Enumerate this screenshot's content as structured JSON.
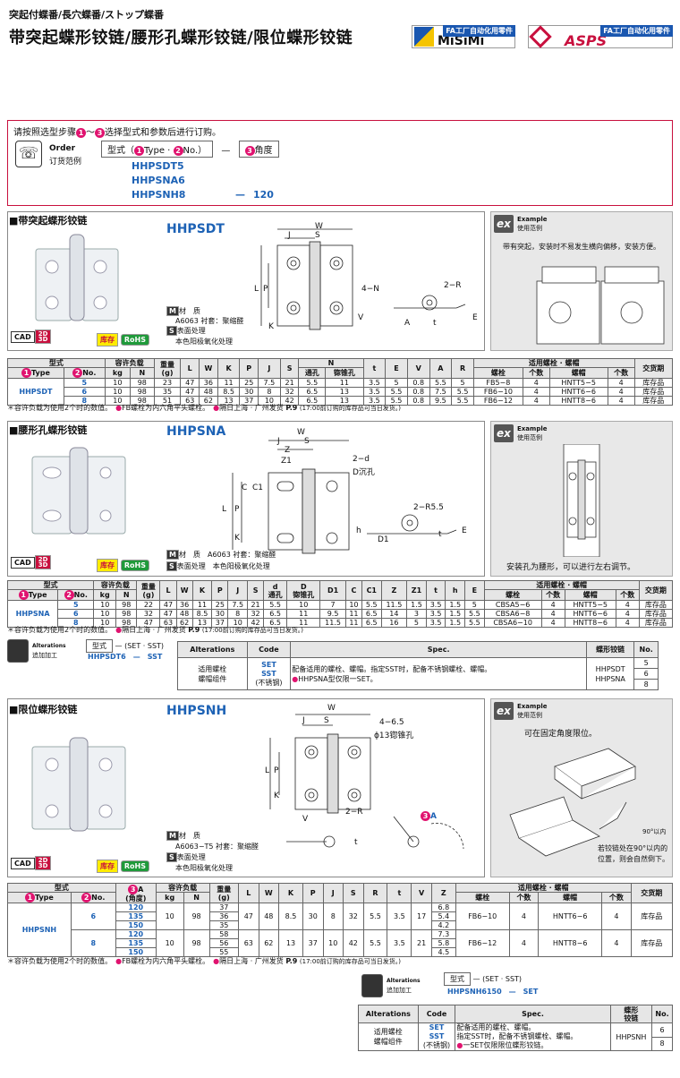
{
  "header": {
    "subtitle": "突起付蝶番/長穴蝶番/ストップ蝶番",
    "title": "带突起蝶形铰链/腰形孔蝶形铰链/限位蝶形铰链",
    "misumi_tag": "FA工厂自动化用零件",
    "misumi_name": "MiSiMi",
    "asps_tag": "FA工厂自动化用零件",
    "asps_name": "ASPS"
  },
  "order": {
    "instruction": "请按照选型步骤",
    "step1": "1",
    "tilde": "～",
    "step3": "3",
    "instruction_end": "选择型式和参数后进行订购。",
    "order_label": "Order",
    "order_label_cn": "订货范例",
    "type_label": "型式（",
    "type_num1": "1",
    "type_word": "Type · ",
    "type_num2": "2",
    "type_no": "No.）",
    "dash": "—",
    "angle_num": "3",
    "angle_label": "角度",
    "ex1": "HHPSDT5",
    "ex2": "HHPSNA6",
    "ex3": "HHPSNH8",
    "ex3_dash": "—",
    "ex3_angle": "120"
  },
  "s1": {
    "title": "■带突起蝶形铰链",
    "name": "HHPSDT",
    "mat_tag": "M",
    "mat_label": "材　质",
    "mat_value": "A6063  衬套：聚缩醛",
    "surf_tag": "S",
    "surf_label": "表面处理",
    "surf_value": "本色阳极氧化处理",
    "cad": "CAD",
    "cad2": "2D",
    "cad3": "3D",
    "stock": "库存",
    "rohs": "RoHS",
    "ex_label": "Example",
    "ex_cn": "使用范例",
    "ex_text": "带有突起，安装时不易发生横向偏移，安装方便。",
    "dims": {
      "W": "W",
      "J": "J",
      "S": "S",
      "L": "L",
      "P": "P",
      "K": "K",
      "N": "4−N",
      "R": "2−R",
      "V": "V",
      "E": "E",
      "A": "A",
      "t": "t"
    },
    "table": {
      "h_type": "型式",
      "h_load": "容许负载",
      "h_weight": "重量",
      "h_weight_u": "(g)",
      "h_type_n": "Type",
      "h_no": "No.",
      "h_kg": "kg",
      "h_N": "N",
      "h_L": "L",
      "h_W": "W",
      "h_K": "K",
      "h_P": "P",
      "h_J": "J",
      "h_S": "S",
      "h_Ncol": "N",
      "h_through": "通孔",
      "h_cbore": "锪锥孔",
      "h_t": "t",
      "h_E": "E",
      "h_V": "V",
      "h_A": "A",
      "h_R": "R",
      "h_screw": "适用螺栓 · 螺帽",
      "h_bolt": "螺栓",
      "h_qty": "个数",
      "h_nut": "螺帽",
      "h_qty2": "个数",
      "h_delivery": "交货期",
      "type": "HHPSDT",
      "rows": [
        [
          "5",
          "10",
          "98",
          "23",
          "47",
          "36",
          "11",
          "25",
          "7.5",
          "21",
          "5.5",
          "11",
          "3.5",
          "5",
          "0.8",
          "5.5",
          "5",
          "FB5−8",
          "4",
          "HNTT5−5",
          "4",
          "库存品"
        ],
        [
          "6",
          "10",
          "98",
          "35",
          "47",
          "48",
          "8.5",
          "30",
          "8",
          "32",
          "6.5",
          "13",
          "3.5",
          "5.5",
          "0.8",
          "7.5",
          "5.5",
          "FB6−10",
          "4",
          "HNTT6−6",
          "4",
          "库存品"
        ],
        [
          "8",
          "10",
          "98",
          "51",
          "63",
          "62",
          "13",
          "37",
          "10",
          "42",
          "6.5",
          "13",
          "3.5",
          "5.5",
          "0.8",
          "9.5",
          "5.5",
          "FB6−12",
          "4",
          "HNTT8−6",
          "4",
          "库存品"
        ]
      ]
    },
    "note1": "＊容许负载为使用2个时的数值。",
    "note2_tag": "FB",
    "note2": "螺栓为内六角平头螺栓。",
    "note3": "隔日上海 · 广州发货",
    "note3_p": "P.9",
    "note3_sub": "(17:00前订购的库存品可当日发货。)"
  },
  "s2": {
    "title": "■腰形孔蝶形铰链",
    "name": "HHPSNA",
    "mat_tag": "M",
    "mat_label": "材　质",
    "mat_value": "A6063   衬套：聚缩醛",
    "surf_tag": "S",
    "surf_label": "表面处理",
    "surf_value": "本色阳极氧化处理",
    "cad": "CAD",
    "cad2": "2D",
    "cad3": "3D",
    "stock": "库存",
    "rohs": "RoHS",
    "ex_label": "Example",
    "ex_cn": "使用范例",
    "ex_text": "安装孔为腰形，可以进行左右调节。",
    "dims": {
      "W": "W",
      "J": "J",
      "S": "S",
      "Z": "Z",
      "Z1": "Z1",
      "C": "C",
      "C1": "C1",
      "L": "L",
      "P": "P",
      "K": "K",
      "d": "2−d",
      "D": "D沉孔",
      "R": "2−R5.5",
      "h": "h",
      "D1": "D1",
      "t": "t",
      "E": "E"
    },
    "table": {
      "h_type": "型式",
      "h_load": "容许负载",
      "h_weight": "重量",
      "h_weight_u": "(g)",
      "h_type_n": "Type",
      "h_no": "No.",
      "h_kg": "kg",
      "h_N": "N",
      "h_L": "L",
      "h_W": "W",
      "h_K": "K",
      "h_P": "P",
      "h_J": "J",
      "h_S": "S",
      "h_d": "d",
      "h_d_sub": "通孔",
      "h_D": "D",
      "h_D_sub": "锪锥孔",
      "h_D1": "D1",
      "h_C": "C",
      "h_C1": "C1",
      "h_Z": "Z",
      "h_Z1": "Z1",
      "h_t": "t",
      "h_h": "h",
      "h_E": "E",
      "h_screw": "适用螺栓 · 螺帽",
      "h_bolt": "螺栓",
      "h_qty": "个数",
      "h_nut": "螺帽",
      "h_qty2": "个数",
      "h_delivery": "交货期",
      "type": "HHPSNA",
      "rows": [
        [
          "5",
          "10",
          "98",
          "22",
          "47",
          "36",
          "11",
          "25",
          "7.5",
          "21",
          "5.5",
          "10",
          "7",
          "10",
          "5.5",
          "11.5",
          "1.5",
          "3.5",
          "1.5",
          "5",
          "CBSA5−6",
          "4",
          "HNTT5−5",
          "4",
          "库存品"
        ],
        [
          "6",
          "10",
          "98",
          "32",
          "47",
          "48",
          "8.5",
          "30",
          "8",
          "32",
          "6.5",
          "11",
          "9.5",
          "11",
          "6.5",
          "14",
          "3",
          "3.5",
          "1.5",
          "5.5",
          "CBSA6−8",
          "4",
          "HNTT6−6",
          "4",
          "库存品"
        ],
        [
          "8",
          "10",
          "98",
          "47",
          "63",
          "62",
          "13",
          "37",
          "10",
          "42",
          "6.5",
          "11",
          "11.5",
          "11",
          "6.5",
          "16",
          "5",
          "3.5",
          "1.5",
          "5.5",
          "CBSA6−10",
          "4",
          "HNTT8−6",
          "4",
          "库存品"
        ]
      ]
    },
    "note1": "＊容许负载为使用2个时的数值。",
    "note3": "隔日上海 · 广州发货",
    "note3_p": "P.9",
    "note3_sub": "(17:00前订购的库存品可当日发货。)",
    "alt": {
      "label": "Alterations",
      "label_cn": "追加加工",
      "type_label": "型式",
      "dash": "—",
      "codes": "(SET · SST)",
      "ex_type": "HHPSDT6",
      "ex_dash": "—",
      "ex_code": "SST",
      "h_alt": "Alterations",
      "h_code": "Code",
      "h_spec": "Spec.",
      "h_hinge": "蝶形铰链",
      "h_no": "No.",
      "name": "适用螺栓\n螺帽组件",
      "code1": "SET",
      "code2": "SST",
      "code2_sub": "(不锈钢)",
      "spec1": "配备适用的螺栓、螺帽。指定SST时，配备不锈钢螺栓、螺帽。",
      "spec2": "HHPSNA型仅限一SET。",
      "hinge1": "HHPSDT",
      "hinge2": "HHPSNA",
      "no1": "5",
      "no2": "6",
      "no3": "8"
    }
  },
  "s3": {
    "title": "■限位蝶形铰链",
    "name": "HHPSNH",
    "mat_tag": "M",
    "mat_label": "材　质",
    "mat_value": "A6063−T5  衬套：聚缩醛",
    "surf_tag": "S",
    "surf_label": "表面处理",
    "surf_value": "本色阳极氧化处理",
    "cad": "CAD",
    "cad2": "2D",
    "cad3": "3D",
    "stock": "库存",
    "rohs": "RoHS",
    "ex_label": "Example",
    "ex_cn": "使用范例",
    "ex_text1": "可在固定角度限位。",
    "ex_text2": "若铰链处在90°以内的",
    "ex_text3": "位置，则会自然倒下。",
    "ex_deg": "90°以内",
    "dims": {
      "W": "W",
      "J": "J",
      "S": "S",
      "hole1": "4−6.5",
      "hole2": "ϕ13锪锥孔",
      "L": "L",
      "P": "P",
      "K": "K",
      "V": "V",
      "R": "2−R",
      "t": "t",
      "A_num": "3",
      "A": "A"
    },
    "table": {
      "h_type": "型式",
      "h_angle_num": "3",
      "h_angle": "A",
      "h_angle_sub": "(角度)",
      "h_load": "容许负载",
      "h_weight": "重量",
      "h_weight_u": "(g)",
      "h_type_n": "Type",
      "h_no": "No.",
      "h_kg": "kg",
      "h_N": "N",
      "h_L": "L",
      "h_W": "W",
      "h_K": "K",
      "h_P": "P",
      "h_J": "J",
      "h_S": "S",
      "h_R": "R",
      "h_t": "t",
      "h_V": "V",
      "h_Z": "Z",
      "h_screw": "适用螺栓 · 螺帽",
      "h_bolt": "螺栓",
      "h_qty": "个数",
      "h_nut": "螺帽",
      "h_qty2": "个数",
      "h_delivery": "交货期",
      "type": "HHPSNH",
      "g6": {
        "no": "6",
        "angles": [
          "120",
          "135",
          "150"
        ],
        "kg": "10",
        "N": "98",
        "weights": [
          "37",
          "36",
          "35"
        ],
        "L": "47",
        "W": "48",
        "K": "8.5",
        "P": "30",
        "J": "8",
        "S": "32",
        "R": "5.5",
        "t": "3.5",
        "V": "17",
        "Z": [
          "6.8",
          "5.4",
          "4.2"
        ],
        "bolt": "FB6−10",
        "qty": "4",
        "nut": "HNTT6−6",
        "qty2": "4",
        "del": "库存品"
      },
      "g8": {
        "no": "8",
        "angles": [
          "120",
          "135",
          "150"
        ],
        "kg": "10",
        "N": "98",
        "weights": [
          "58",
          "56",
          "55"
        ],
        "L": "63",
        "W": "62",
        "K": "13",
        "P": "37",
        "J": "10",
        "S": "42",
        "R": "5.5",
        "t": "3.5",
        "V": "21",
        "Z": [
          "7.3",
          "5.8",
          "4.5"
        ],
        "bolt": "FB6−12",
        "qty": "4",
        "nut": "HNTT8−6",
        "qty2": "4",
        "del": "库存品"
      }
    },
    "note1": "＊容许负载为使用2个时的数值。",
    "note2_tag": "FB",
    "note2": "螺栓为内六角平头螺栓。",
    "note3": "隔日上海 · 广州发货",
    "note3_p": "P.9",
    "note3_sub": "(17:00前订购的库存品可当日发货。)",
    "alt": {
      "label": "Alterations",
      "label_cn": "追加加工",
      "type_label": "型式",
      "dash": "—",
      "codes": "(SET · SST)",
      "ex_type": "HHPSNH6150",
      "ex_dash": "—",
      "ex_code": "SET",
      "h_alt": "Alterations",
      "h_code": "Code",
      "h_spec": "Spec.",
      "h_hinge": "蝶形\n铰链",
      "h_no": "No.",
      "name": "适用螺栓\n螺帽组件",
      "code1": "SET",
      "code2": "SST",
      "code2_sub": "(不锈钢)",
      "spec1": "配备适用的螺栓、螺帽。",
      "spec2": "指定SST时，配备不锈钢螺栓、螺帽。",
      "spec3": "一SET仅限限位蝶形铰链。",
      "hinge": "HHPSNH",
      "no1": "6",
      "no2": "8"
    }
  },
  "colors": {
    "accent": "#1d62b5",
    "magenta": "#e0136f",
    "border_red": "#c8103e"
  }
}
